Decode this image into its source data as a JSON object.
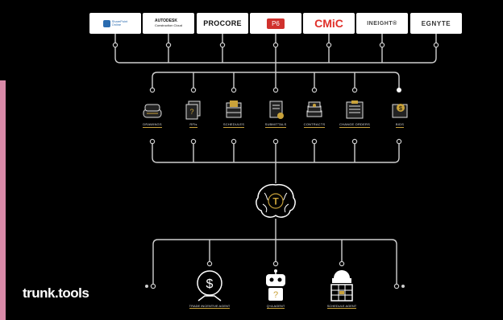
{
  "brand": {
    "name": "trunk.tools"
  },
  "integrations": [
    {
      "id": "sharepoint",
      "line1": "SharePoint",
      "line2": "Online"
    },
    {
      "id": "autodesk",
      "line1": "AUTODESK",
      "line2": "Construction Cloud"
    },
    {
      "id": "procore",
      "line1": "PROCORE",
      "line2": ""
    },
    {
      "id": "p6",
      "line1": "P6",
      "line2": ""
    },
    {
      "id": "cmic",
      "line1": "CMiC",
      "line2": ""
    },
    {
      "id": "ineight",
      "line1": "INEIGHT®",
      "line2": ""
    },
    {
      "id": "egnyte",
      "line1": "EGNYTE",
      "line2": ""
    }
  ],
  "documents": [
    {
      "label": "DRAWINGS",
      "icon": "drawings-icon"
    },
    {
      "label": "RFIs",
      "icon": "rfis-icon"
    },
    {
      "label": "SCHEDULES",
      "icon": "schedules-icon"
    },
    {
      "label": "SUBMITTALS",
      "icon": "submittals-icon"
    },
    {
      "label": "CONTRACTS",
      "icon": "contracts-icon"
    },
    {
      "label": "CHANGE ORDERS",
      "icon": "change-orders-icon"
    },
    {
      "label": "BIDS",
      "icon": "bids-icon"
    }
  ],
  "core": {
    "icon": "brain-icon",
    "letter": "T"
  },
  "agents": [
    {
      "label": "TRADE INCENTIVE AGENT",
      "icon": "money-agent-icon"
    },
    {
      "label": "Q+A AGENT",
      "icon": "robot-icon"
    },
    {
      "label": "SCHEDULE AGENT",
      "icon": "schedule-agent-icon"
    }
  ],
  "colors": {
    "background": "#000000",
    "accent": "#c9a23a",
    "line": "#cfcfcf",
    "side_bar": "#d98aa8",
    "p6_red": "#d0312d",
    "cmic_red": "#e0302a"
  }
}
